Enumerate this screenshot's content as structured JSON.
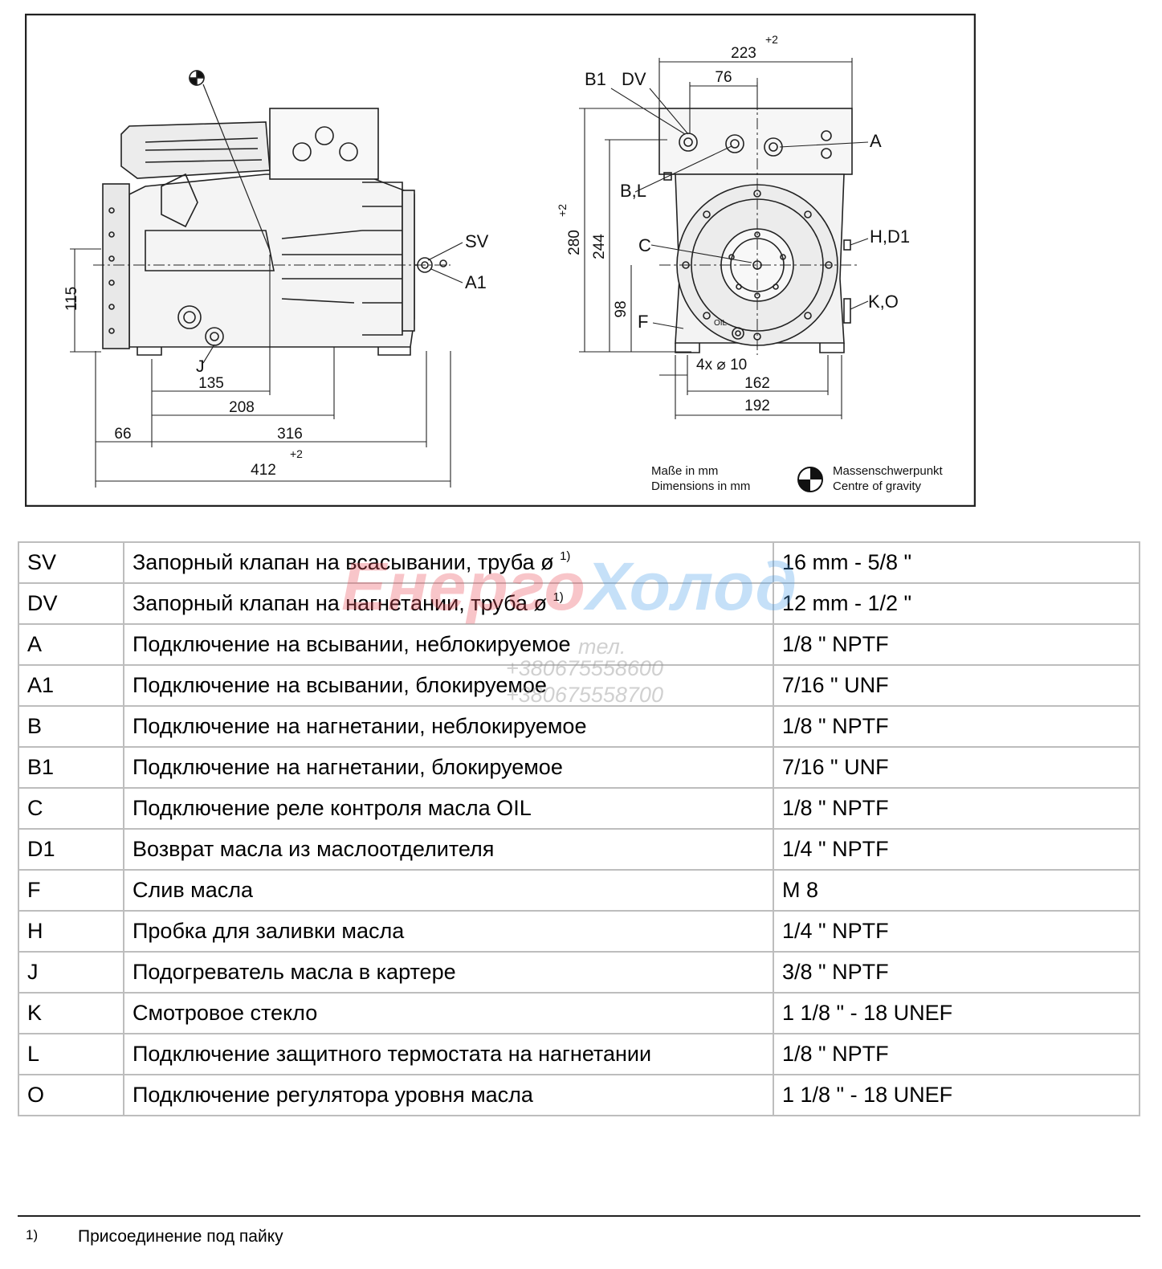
{
  "drawing": {
    "dims": {
      "d223": "223",
      "d223_tol": "+2",
      "d76": "76",
      "d280": "280",
      "d280_tol": "+2",
      "d244": "244",
      "d98": "98",
      "d115": "115",
      "d135": "135",
      "d208": "208",
      "d66": "66",
      "d316": "316",
      "d412": "412",
      "d412_tol": "+2",
      "d4x10": "4x ⌀ 10",
      "d162": "162",
      "d192": "192"
    },
    "labels": {
      "b1": "B1",
      "dv": "DV",
      "a": "A",
      "bl": "B,L",
      "c": "C",
      "hd1": "H,D1",
      "ko": "K,O",
      "f": "F",
      "oil": "OIL",
      "sv": "SV",
      "a1": "A1",
      "j": "J"
    },
    "legend": {
      "units_de": "Maße in mm",
      "units_en": "Dimensions in mm",
      "cog_de": "Massenschwerpunkt",
      "cog_en": "Centre of gravity"
    }
  },
  "watermark": {
    "brand_part1": "Енерго",
    "brand_part2": "Холод",
    "tel_prefix": "тел.",
    "phone1": "+380675558600",
    "phone2": "+380675558700"
  },
  "table": {
    "rows": [
      {
        "code": "SV",
        "desc": "Запорный клапан на всасывании, труба ø",
        "note": "1)",
        "value": "16 mm - 5/8 \""
      },
      {
        "code": "DV",
        "desc": "Запорный клапан на нагнетании, труба ø",
        "note": "1)",
        "value": "12 mm - 1/2 \""
      },
      {
        "code": "A",
        "desc": "Подключение на всывании, неблокируемое",
        "value": "1/8 \" NPTF"
      },
      {
        "code": "A1",
        "desc": "Подключение на всывании, блокируемое",
        "value": "7/16 \" UNF"
      },
      {
        "code": "B",
        "desc": "Подключение на нагнетании, неблокируемое",
        "value": "1/8 \" NPTF"
      },
      {
        "code": "B1",
        "desc": "Подключение на нагнетании, блокируемое",
        "value": "7/16 \" UNF"
      },
      {
        "code": "C",
        "desc": "Подключение реле контроля масла OIL",
        "value": "1/8 \" NPTF"
      },
      {
        "code": "D1",
        "desc": "Возврат масла из маслоотделителя",
        "value": "1/4 \" NPTF"
      },
      {
        "code": "F",
        "desc": "Слив масла",
        "value": "M 8"
      },
      {
        "code": "H",
        "desc": "Пробка для заливки масла",
        "value": "1/4 \" NPTF"
      },
      {
        "code": "J",
        "desc": "Подогреватель масла в картере",
        "value": "3/8 \" NPTF"
      },
      {
        "code": "K",
        "desc": "Смотровое стекло",
        "value": "1 1/8 \" - 18 UNEF"
      },
      {
        "code": "L",
        "desc": "Подключение защитного термостата на нагнетании",
        "value": "1/8 \" NPTF"
      },
      {
        "code": "O",
        "desc": "Подключение регулятора уровня масла",
        "value": "1 1/8 \" - 18 UNEF"
      }
    ]
  },
  "footnote": {
    "mark": "1)",
    "text": "Присоединение под пайку"
  }
}
